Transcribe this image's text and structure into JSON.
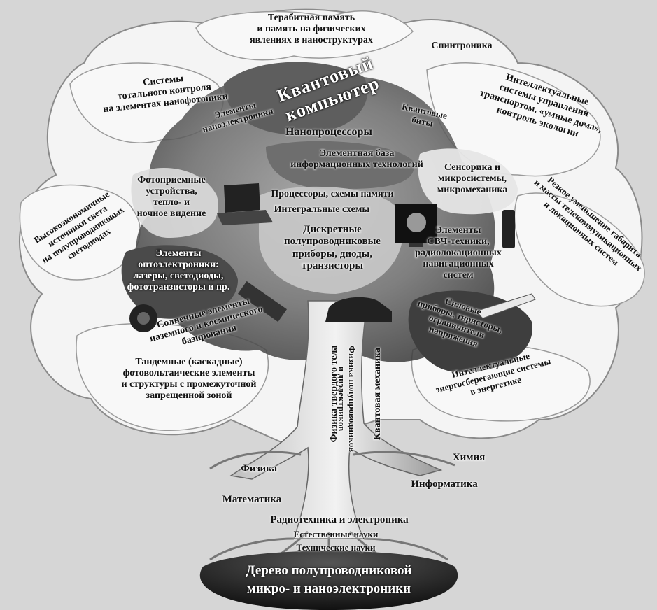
{
  "branches": {
    "terabit": "Терабитная память\nи память на физических\nявлениях в наноструктурах",
    "spintronics": "Спинтроника",
    "total_control": "Системы\nтотального контроля\nна элементах нанофотоники",
    "quantum_computer": "Квантовый\nкомпьютер",
    "intellectual_transport": "Интеллектуальные\nсистемы управления\nтранспортом, «умные дома»,\nконтроль экологии",
    "nanoelectronics_elements": "Элементы\nнаноэлектроники",
    "quantum_bits": "Квантовые\nбиты",
    "nanoprocessors": "Нанопроцессоры",
    "element_base": "Элементная база\nинформационных технологий",
    "sensorics": "Сенсорика и\nмикросистемы,\nмикромеханика",
    "photoreceivers": "Фотоприемные\nустройства,\nтепло- и\nночное видение",
    "processors": "Процессоры, схемы памяти",
    "integrated": "Интегральные схемы",
    "size_reduction": "Резкое уменьшение габарита\nи массы телекоммуникационных\nи локационных систем",
    "led_sources": "Высокоэкономичные\nисточники света\nна полупроводниковых\nсветодиодах",
    "discrete": "Дискретные\nполупроводниковые\nприборы, диоды,\nтранзисторы",
    "uhf": "Элементы\nСВЧ-техники,\nрадиолокационных\nнавигационных\nсистем",
    "optoelectronics": "Элементы\nоптоэлектроники:\nлазеры, светодиоды,\nфототранзисторы и пр.",
    "power_devices": "Силовые\nприборы, тиристоры,\nограничители\nнапряжения",
    "solar": "Солнечные элементы\nназемного и космического\nбазирования",
    "tandem": "Тандемные (каскадные)\nфотовольтаические элементы\nи структуры с промежуточной\nзапрещенной зоной",
    "energy_saving": "Интеллектуальные\nэнергосберегающие системы\nв энергетике"
  },
  "trunk": {
    "solid_state": "Физика твердого тела",
    "semiconductors": "Физика полупроводников\nи диэлектриков",
    "quantum_mechanics": "Квантовая механика"
  },
  "roots": {
    "physics": "Физика",
    "chemistry": "Химия",
    "mathematics": "Математика",
    "informatics": "Информатика",
    "radio": "Радиотехника и электроника",
    "natural": "Естественные науки",
    "technical": "Технические науки"
  },
  "badge": {
    "line1": "Дерево полупроводниковой",
    "line2": "микро- и наноэлектроники"
  }
}
